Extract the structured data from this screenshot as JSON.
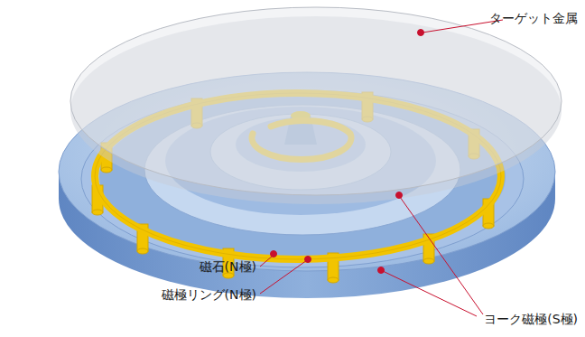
{
  "diagram": {
    "labels": [
      "ターゲット金属",
      "磁石(N極)",
      "磁極リング(N極)",
      "ヨーク磁極(S極)"
    ]
  }
}
